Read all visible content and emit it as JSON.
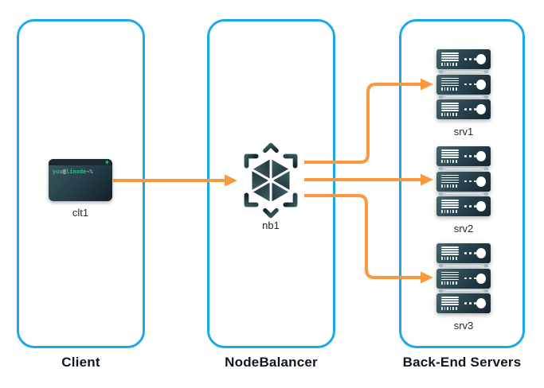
{
  "zones": {
    "client": {
      "title": "Client"
    },
    "nodebalancer": {
      "title": "NodeBalancer"
    },
    "backend": {
      "title": "Back-End Servers"
    }
  },
  "nodes": {
    "client": {
      "label": "clt1",
      "terminal": {
        "window_button": "+",
        "user": "you",
        "at": "@",
        "host": "linode",
        "suffix": "~%"
      }
    },
    "nodebalancer": {
      "label": "nb1"
    },
    "servers": [
      {
        "label": "srv1"
      },
      {
        "label": "srv2"
      },
      {
        "label": "srv3"
      }
    ]
  },
  "colors": {
    "zone_border": "#1ba9e8",
    "connector_orange": "#f8993d",
    "node_teal_light": "#3e6366",
    "node_teal_dark": "#16262f",
    "terminal_green": "#2bd881"
  }
}
